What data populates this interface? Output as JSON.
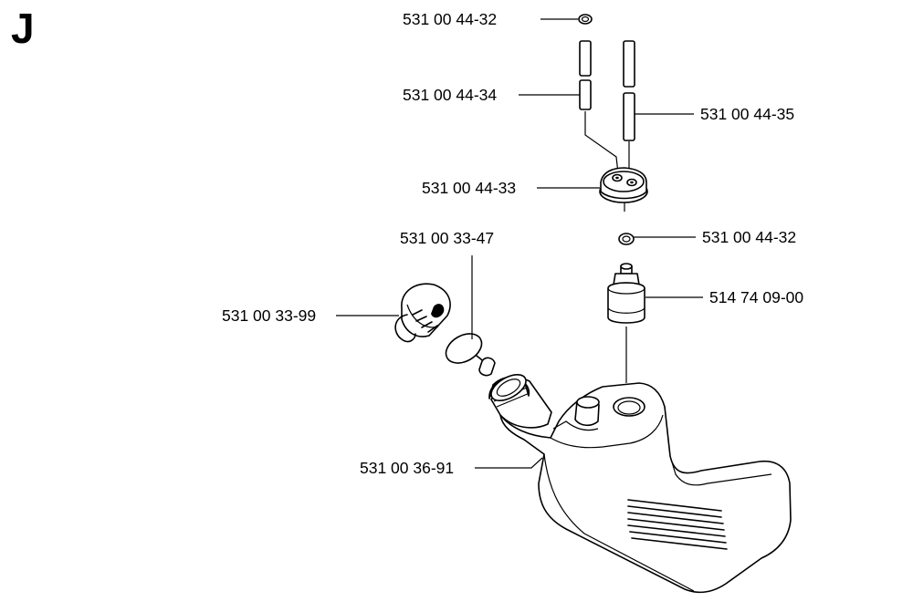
{
  "section": {
    "letter": "J"
  },
  "parts": [
    {
      "id": "seal-top",
      "number": "531 00 44-32"
    },
    {
      "id": "hose-left",
      "number": "531 00 44-34"
    },
    {
      "id": "hose-right",
      "number": "531 00 44-35"
    },
    {
      "id": "grommet",
      "number": "531 00 44-33"
    },
    {
      "id": "seal-lower",
      "number": "531 00 44-32"
    },
    {
      "id": "gasket",
      "number": "531 00 33-47"
    },
    {
      "id": "filter",
      "number": "514 74 09-00"
    },
    {
      "id": "fuel-cap",
      "number": "531 00 33-99"
    },
    {
      "id": "fuel-tank",
      "number": "531 00 36-91"
    }
  ]
}
